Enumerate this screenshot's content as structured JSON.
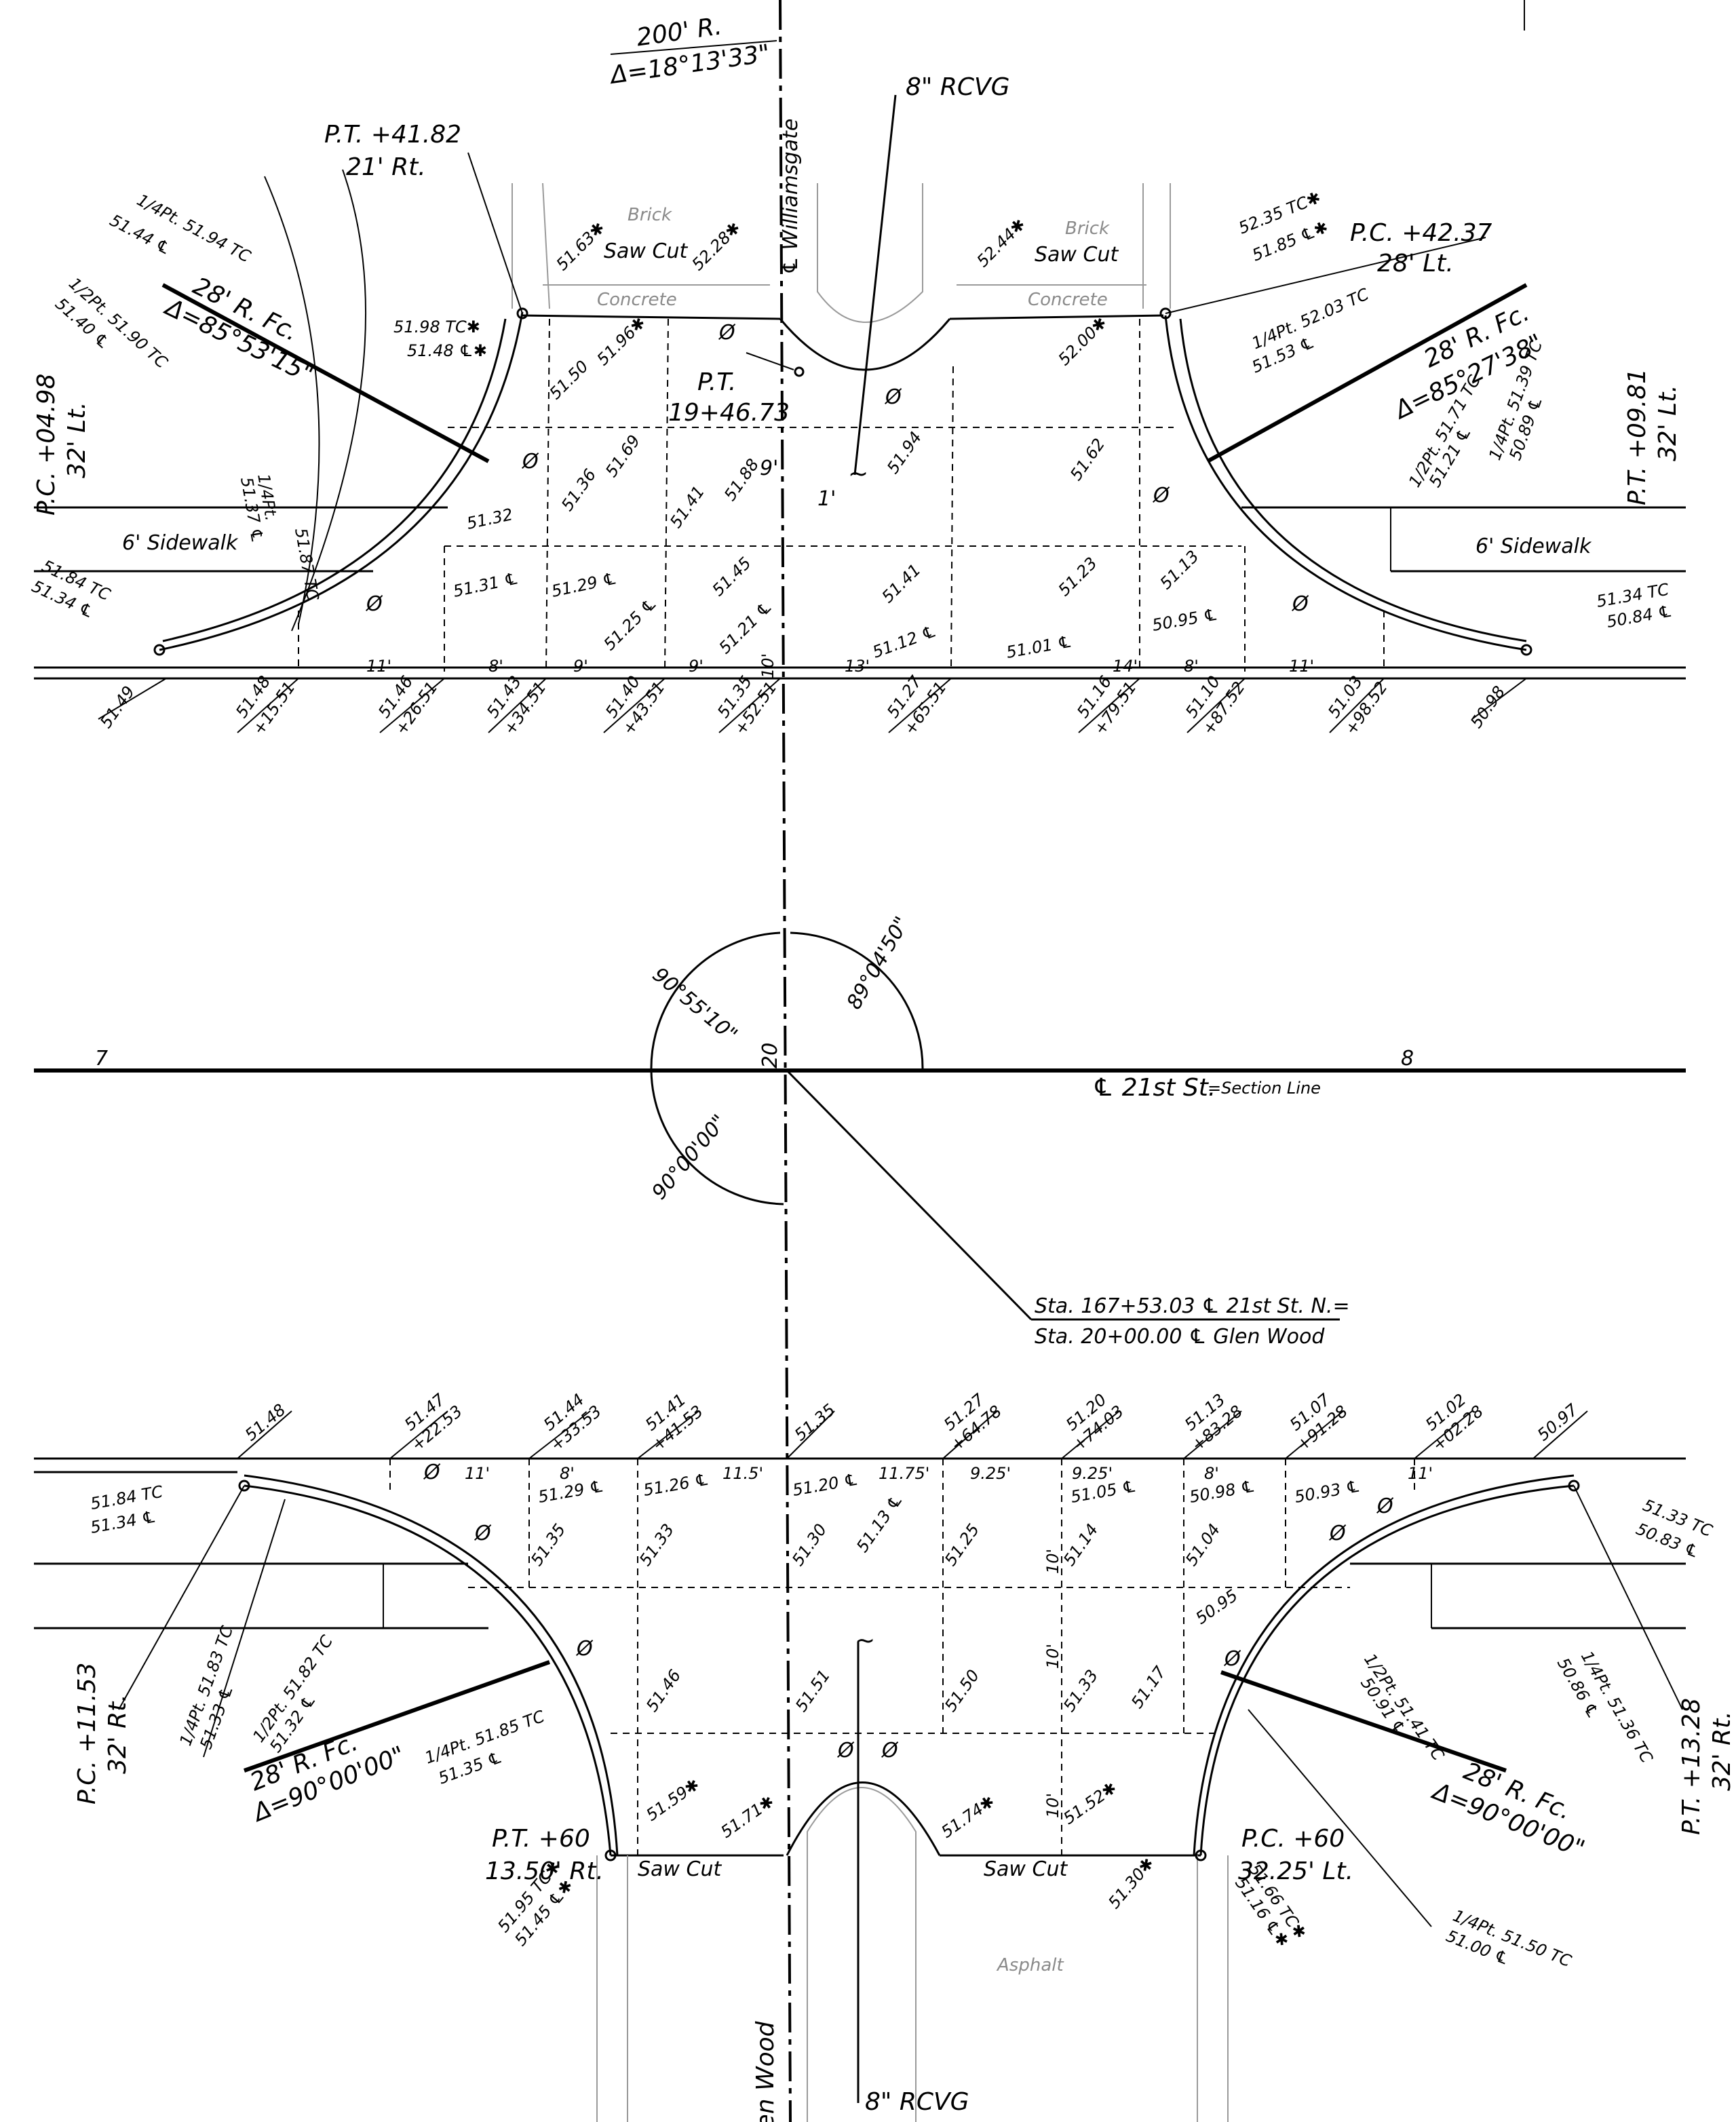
{
  "top": {
    "curve_200": {
      "radius": "200' R.",
      "delta": "Δ=18°13'33\""
    },
    "rcvg_top": "8\" RCVG",
    "williamsgate": "℄ Williamsgate",
    "pt_left": {
      "sta": "P.T. +41.82",
      "off": "21' Rt."
    },
    "pc_right": {
      "sta": "P.C. +42.37",
      "off": "28' Lt."
    },
    "pc_far_left": {
      "sta": "P.C. +04.98",
      "off": "32' Lt."
    },
    "pt_far_right": {
      "sta": "P.T. +09.81",
      "off": "32' Lt."
    },
    "pt_center": {
      "label": "P.T.",
      "sta": "19+46.73"
    },
    "radius_left": {
      "radius": "28' R. Fc.",
      "delta": "Δ=85°53'15\""
    },
    "radius_right": {
      "radius": "28' R. Fc.",
      "delta": "Δ=85°27'38\""
    },
    "brick": "Brick",
    "concrete": "Concrete",
    "saw_cut": "Saw Cut",
    "sidewalk": "6' Sidewalk",
    "elev_labels": [
      "1/4Pt. 51.94 TC",
      "51.44 ℄",
      "1/2Pt. 51.90 TC",
      "51.40 ℄",
      "51.63✱",
      "52.28✱",
      "52.44✱",
      "52.35 TC✱",
      "51.85 ℄✱",
      "51.98 TC✱",
      "51.48 ℄✱",
      "51.50",
      "51.96✱",
      "52.00✱",
      "1/4Pt. 52.03 TC",
      "51.53 ℄",
      "1/2Pt. 51.71 TC",
      "51.21 ℄",
      "1/4Pt. 51.39 TC",
      "50.89 ℄",
      "51.36",
      "51.69",
      "51.41",
      "51.88",
      "51.94",
      "51.62",
      "1/4Pt.",
      "51.37 ℄",
      "51.87 TC",
      "51.32",
      "51.84 TC",
      "51.34 ℄",
      "51.31 ℄",
      "51.29 ℄",
      "51.45",
      "51.41",
      "51.23",
      "51.13",
      "51.25 ℄",
      "51.21 ℄",
      "51.12 ℄",
      "51.01 ℄",
      "50.95 ℄",
      "51.34 TC",
      "50.84 ℄",
      "9'",
      "1'"
    ],
    "bottom_stations": [
      {
        "elev": "51.49",
        "sta": ""
      },
      {
        "elev": "51.48",
        "sta": "+15.51"
      },
      {
        "elev": "51.46",
        "sta": "+26.51"
      },
      {
        "elev": "51.43",
        "sta": "+34.51"
      },
      {
        "elev": "51.40",
        "sta": "+43.51"
      },
      {
        "elev": "51.35",
        "sta": "+52.51"
      },
      {
        "elev": "51.27",
        "sta": "+65.51"
      },
      {
        "elev": "51.16",
        "sta": "+79.51"
      },
      {
        "elev": "51.10",
        "sta": "+87.52"
      },
      {
        "elev": "51.03",
        "sta": "+98.52"
      },
      {
        "elev": "50.98",
        "sta": ""
      }
    ],
    "spacings": [
      "11'",
      "8'",
      "9'",
      "9'",
      "10'",
      "13'",
      "14'",
      "8'",
      "11'"
    ]
  },
  "middle": {
    "angle_nw": "90°55'10\"",
    "angle_ne": "89°04'50\"",
    "angle_sw": "90°00'00\"",
    "section_7": "7",
    "section_8": "8",
    "section_20": "20",
    "street": "℄ 21st St.",
    "section_line": "=Section Line",
    "sta_line1": "Sta. 167+53.03 ℄ 21st St. N.=",
    "sta_line2": "Sta. 20+00.00 ℄ Glen Wood"
  },
  "bottom": {
    "top_stations": [
      {
        "elev": "51.48",
        "sta": ""
      },
      {
        "elev": "51.47",
        "sta": "+22.53"
      },
      {
        "elev": "51.44",
        "sta": "+33.53"
      },
      {
        "elev": "51.41",
        "sta": "+41.53"
      },
      {
        "elev": "51.35",
        "sta": ""
      },
      {
        "elev": "51.27",
        "sta": "+64.78"
      },
      {
        "elev": "51.20",
        "sta": "+74.03"
      },
      {
        "elev": "51.13",
        "sta": "+83.28"
      },
      {
        "elev": "51.07",
        "sta": "+91.28"
      },
      {
        "elev": "51.02",
        "sta": "+02.28"
      },
      {
        "elev": "50.97",
        "sta": ""
      }
    ],
    "spacings": [
      "11'",
      "8'",
      "11.5'",
      "11.75'",
      "9.25'",
      "9.25'",
      "8'",
      "11'",
      "10'",
      "10'",
      "10'"
    ],
    "elev_labels": [
      "51.84 TC",
      "51.34 ℄",
      "51.29 ℄",
      "51.26 ℄",
      "51.20 ℄",
      "51.05 ℄",
      "50.98 ℄",
      "50.93 ℄",
      "51.33 TC",
      "50.83 ℄",
      "51.35",
      "51.33",
      "51.30",
      "51.13 ℄",
      "51.25",
      "51.14",
      "51.04",
      "50.95",
      "1/4Pt. 51.83 TC",
      "51.33 ℄",
      "1/2Pt. 51.82 TC",
      "51.32 ℄",
      "1/4Pt. 51.85 TC",
      "51.35 ℄",
      "51.46",
      "51.51",
      "51.50",
      "51.33",
      "51.17",
      "1/2Pt. 51.41 TC",
      "50.91 ℄",
      "1/4Pt. 51.36 TC",
      "50.86 ℄",
      "51.59✱",
      "51.71✱",
      "51.74✱",
      "51.52✱",
      "51.30✱",
      "51.95 TC✱",
      "51.45 ℄✱",
      "51.66 TC✱",
      "51.16 ℄✱",
      "1/4Pt. 51.50 TC",
      "51.00 ℄"
    ],
    "pc_far_left": {
      "sta": "P.C. +11.53",
      "off": "32' Rt."
    },
    "pt_far_right": {
      "sta": "P.T. +13.28",
      "off": "32' Rt."
    },
    "pt_left": {
      "sta": "P.T. +60",
      "off": "13.50' Rt."
    },
    "pc_right": {
      "sta": "P.C. +60",
      "off": "32.25' Lt."
    },
    "radius_left": {
      "radius": "28' R. Fc.",
      "delta": "Δ=90°00'00\""
    },
    "radius_right": {
      "radius": "28' R. Fc.",
      "delta": "Δ=90°00'00\""
    },
    "saw_cut": "Saw Cut",
    "asphalt": "Asphalt",
    "glen_wood": "℄ Glen Wood",
    "rcvg_bottom": "8\" RCVG"
  },
  "symbols": {
    "diameter": "Ø",
    "wave": "~"
  }
}
